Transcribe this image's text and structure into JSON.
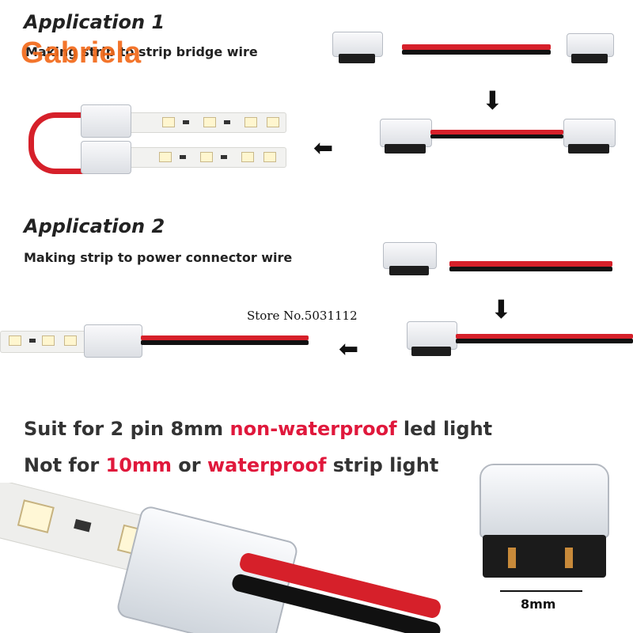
{
  "app1": {
    "title": "Application 1",
    "subtitle": "Making strip to strip bridge wire"
  },
  "watermark": {
    "text": "Gabriela",
    "color": "#f26a1b"
  },
  "app2": {
    "title": "Application 2",
    "subtitle": "Making strip to power connector wire"
  },
  "store": {
    "label": "Store No.5031112"
  },
  "suit": {
    "prefix": "Suit for 2 pin 8mm ",
    "highlight": "non-waterproof",
    "suffix": " led light"
  },
  "notfor": {
    "prefix": "Not for ",
    "highlight1": "10mm",
    "middle": " or ",
    "highlight2": "waterproof",
    "suffix": " strip light"
  },
  "dimension": {
    "label": "8mm"
  },
  "colors": {
    "highlight": "#e0183c",
    "wire_red": "#d6202a",
    "wire_black": "#111111"
  }
}
